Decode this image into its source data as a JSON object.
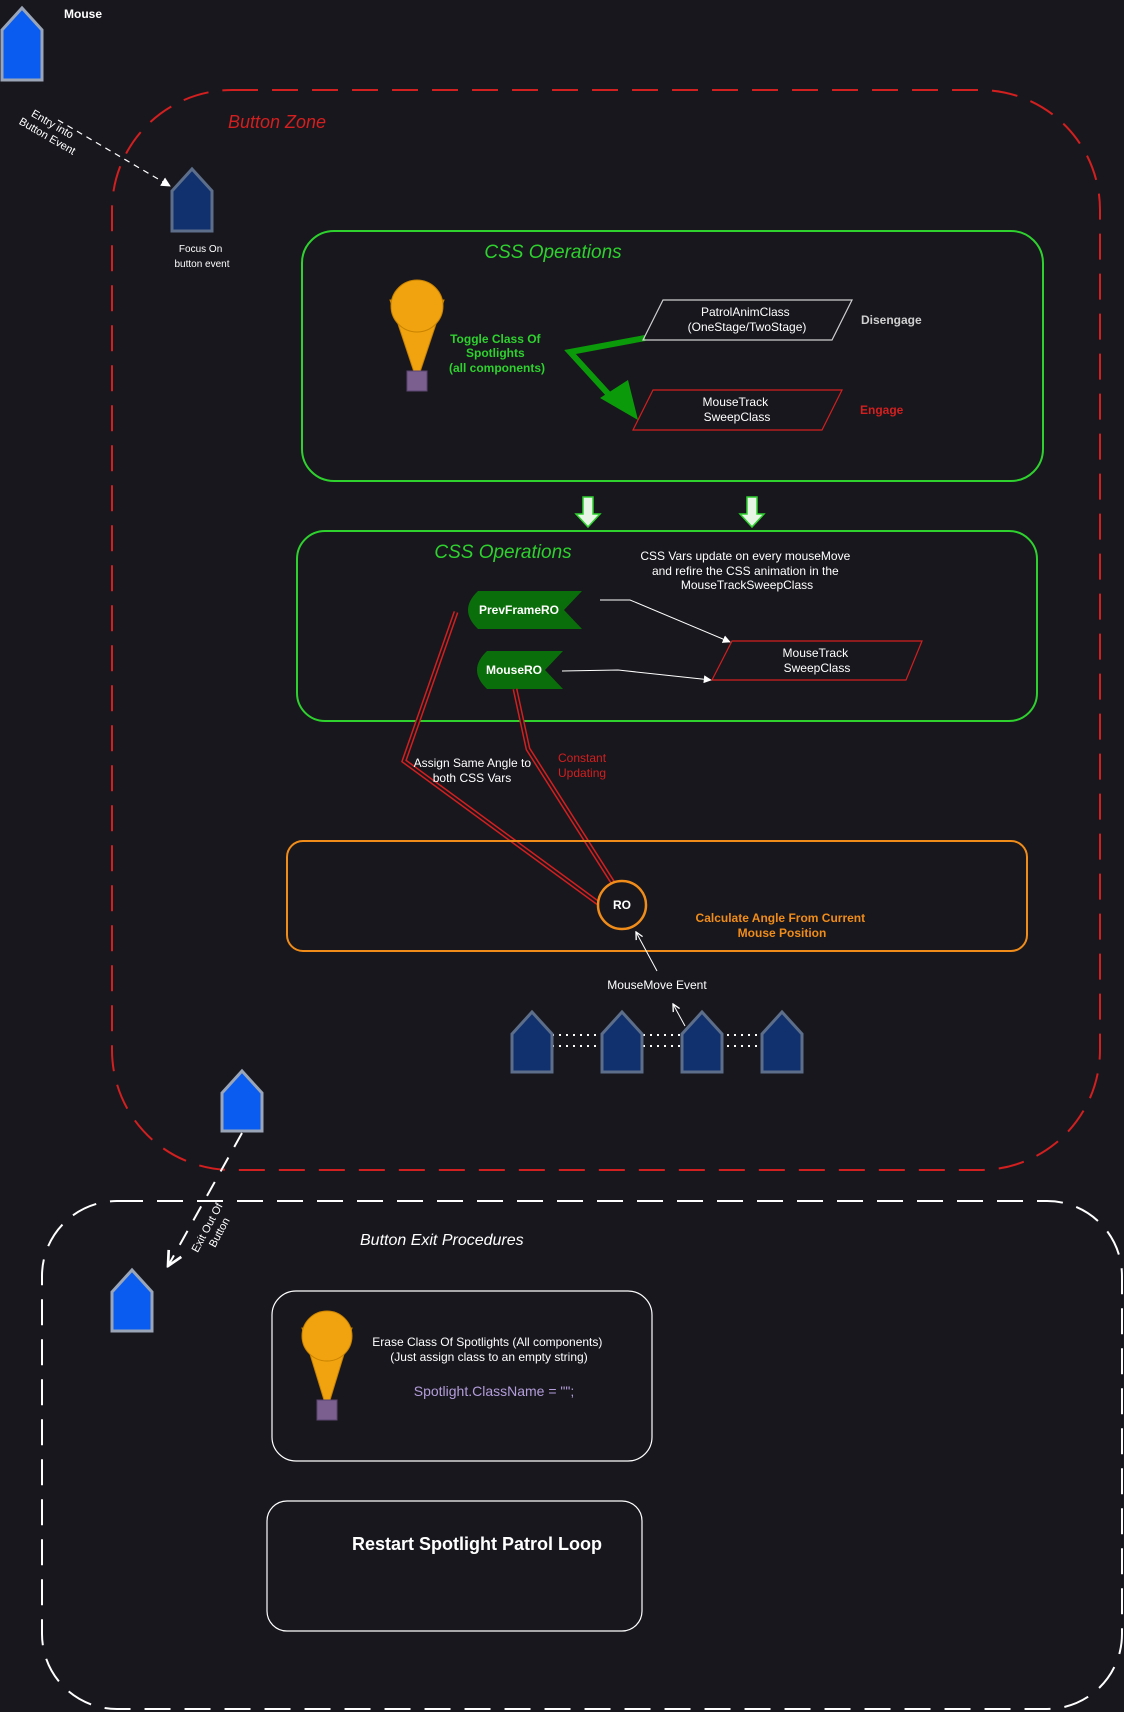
{
  "colors": {
    "background": "#18171d",
    "red": "#d21f1f",
    "green": "#2ed12e",
    "orange": "#f08c1a",
    "white": "#ffffff",
    "gray": "#cfcfcf",
    "bright_blue": "#0a5cf0",
    "dark_blue": "#10306e",
    "dark_green": "#0a6e0a",
    "purple_code": "#b39ddb",
    "spotlight_gold": "#f0a30e",
    "spotlight_base": "#7a5f8f"
  },
  "mouse_label": "Mouse",
  "entry_label_line1": "Entry into",
  "entry_label_line2": "Button Event",
  "focus_label_line1": "Focus On",
  "focus_label_line2": "button event",
  "button_zone": {
    "title": "Button Zone"
  },
  "css_ops_1": {
    "title": "CSS Operations",
    "toggle_line1": "Toggle Class Of",
    "toggle_line2": "Spotlights",
    "toggle_line3": "(all components)",
    "patrol_line1": "PatrolAnimClass",
    "patrol_line2": "(OneStage/TwoStage)",
    "disengage": "Disengage",
    "mousetrack_line1": "MouseTrack",
    "mousetrack_line2": "SweepClass",
    "engage": "Engage"
  },
  "css_ops_2": {
    "title": "CSS Operations",
    "note_line1": "CSS Vars update on every mouseMove",
    "note_line2": "and refire the CSS animation in the",
    "note_line3": "MouseTrackSweepClass",
    "prev_frame": "PrevFrameRO",
    "mouse_ro": "MouseRO",
    "mousetrack_line1": "MouseTrack",
    "mousetrack_line2": "SweepClass"
  },
  "assign_line1": "Assign Same Angle to",
  "assign_line2": "both CSS Vars",
  "constant_line1": "Constant",
  "constant_line2": "Updating",
  "calc": {
    "ro": "RO",
    "label_line1": "Calculate Angle From Current",
    "label_line2": "Mouse Position"
  },
  "mousemove_event": "MouseMove Event",
  "exit_label_line1": "Exit Out Of",
  "exit_label_line2": "Button",
  "exit_zone": {
    "title": "Button Exit Procedures",
    "erase_line1": "Erase Class Of Spotlights (All components)",
    "erase_line2": "(Just assign class to an empty string)",
    "code": "Spotlight.ClassName = \"\";",
    "restart": "Restart Spotlight Patrol Loop"
  }
}
